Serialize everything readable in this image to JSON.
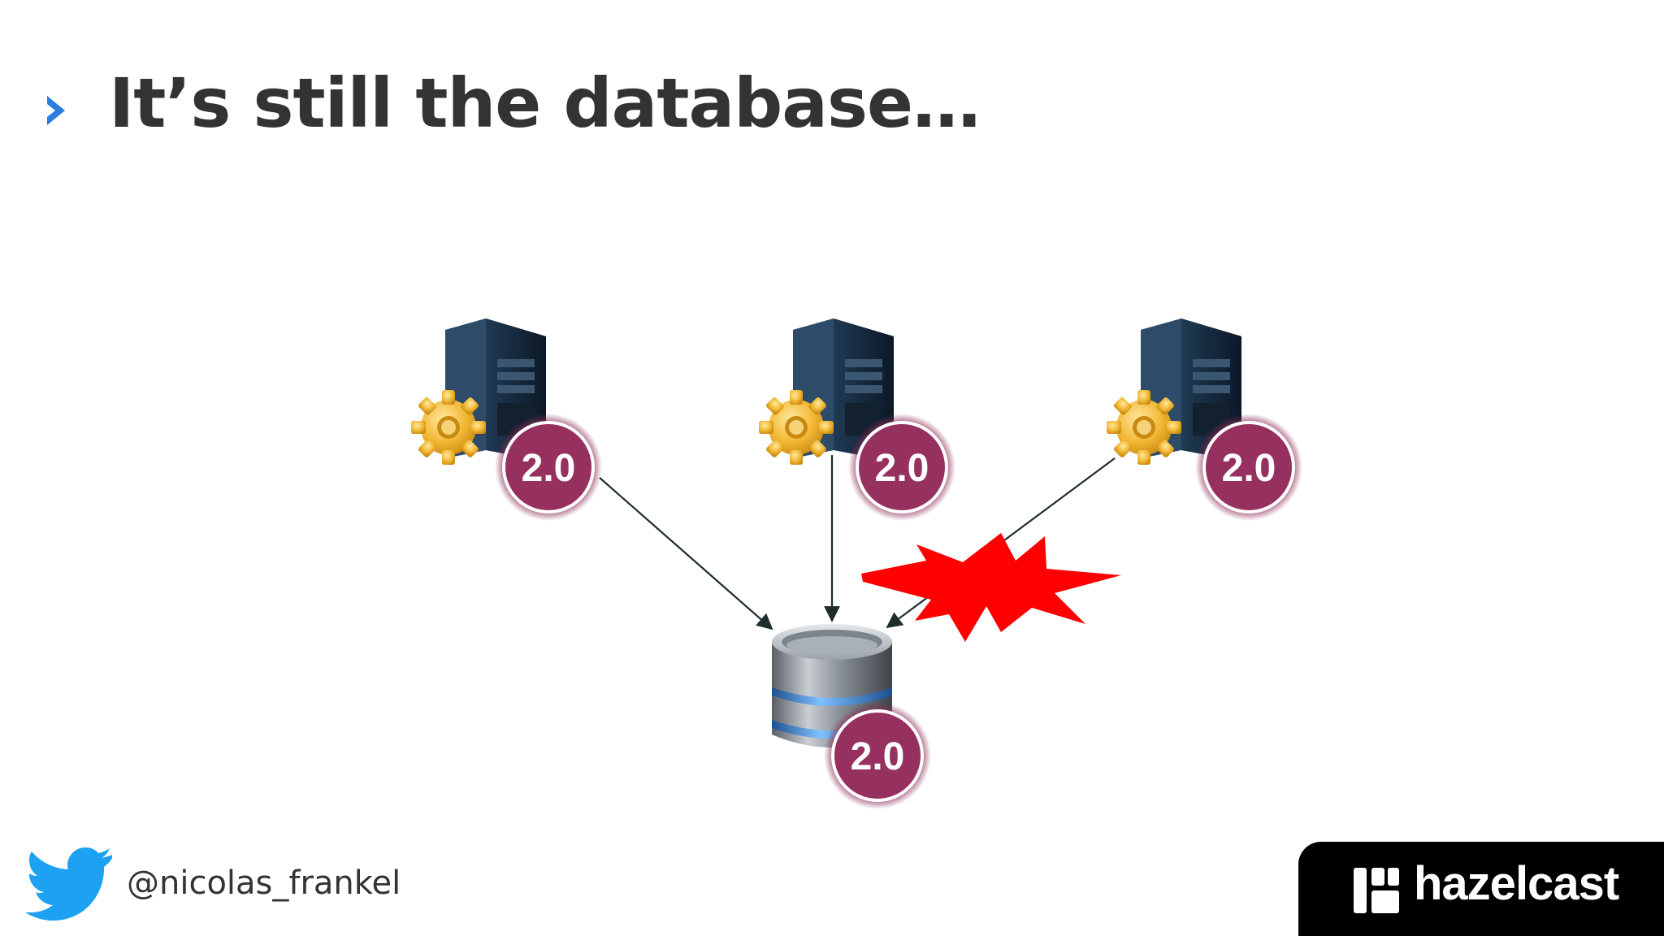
{
  "slide": {
    "title": "It’s still the database…"
  },
  "diagram": {
    "servers": [
      {
        "version": "2.0"
      },
      {
        "version": "2.0"
      },
      {
        "version": "2.0"
      }
    ],
    "database": {
      "version": "2.0"
    },
    "colors": {
      "badge": "#96305f",
      "explosion": "#ff0000",
      "arrow": "#1e2d2d"
    }
  },
  "footer": {
    "handle": "@nicolas_frankel",
    "brand": "hazelcast"
  }
}
